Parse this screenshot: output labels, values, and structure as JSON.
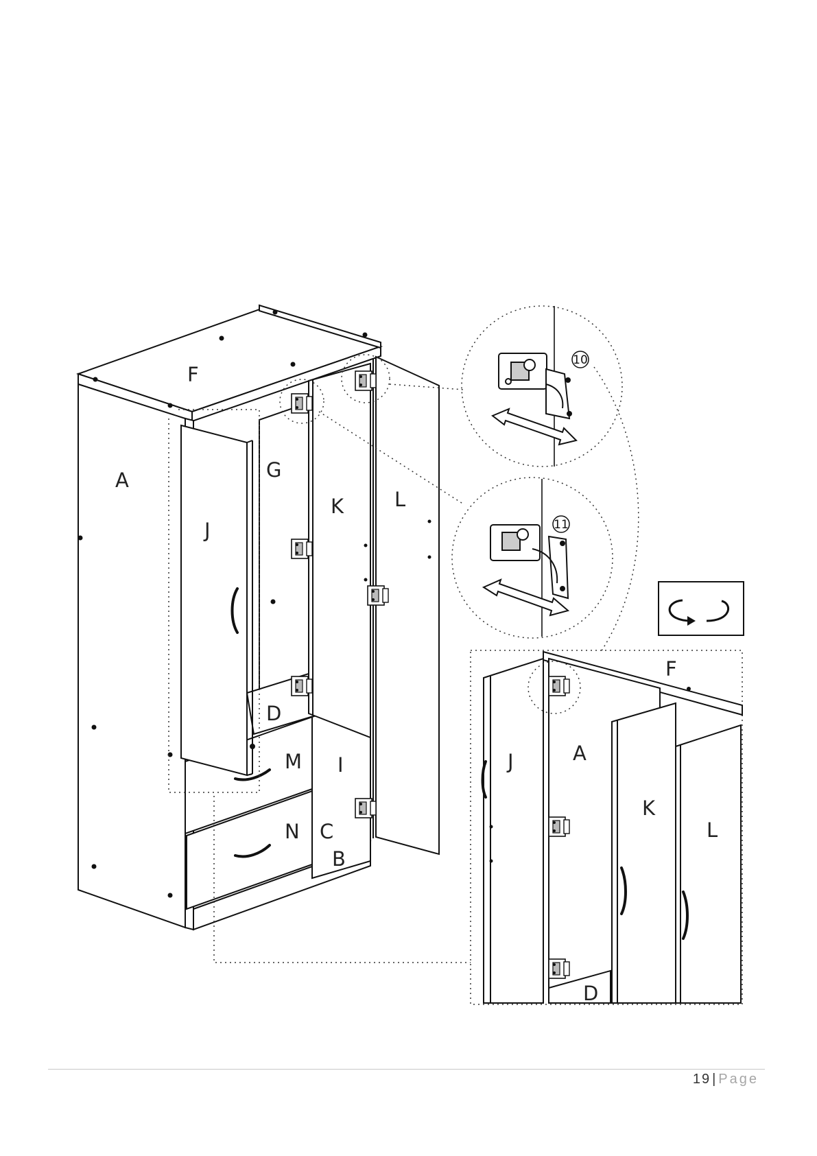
{
  "labels": {
    "main": {
      "F": "F",
      "A": "A",
      "J": "J",
      "G": "G",
      "K": "K",
      "L": "L",
      "D": "D",
      "M": "M",
      "I": "I",
      "N": "N",
      "C": "C",
      "B": "B"
    },
    "detail": {
      "F": "F",
      "J": "J",
      "A": "A",
      "K": "K",
      "L": "L",
      "D": "D"
    }
  },
  "callouts": {
    "hinge_upper": "10",
    "hinge_lower": "11"
  },
  "icons": {
    "rotate": "rotate-view-icon",
    "adjust_arrow": "double-arrow-icon",
    "hinge": "cabinet-hinge-icon"
  },
  "footer": {
    "page_number": "19",
    "separator": "|",
    "page_word": "Page"
  }
}
